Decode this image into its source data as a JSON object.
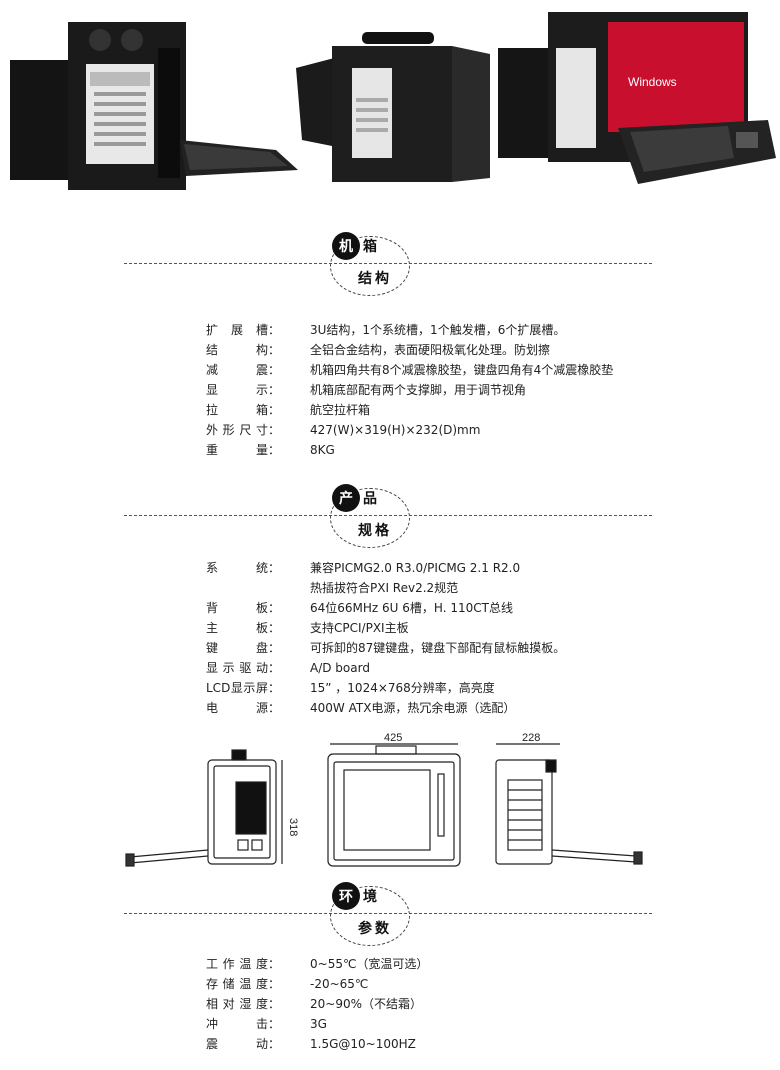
{
  "sections": [
    {
      "id": "chassis",
      "badge": "机",
      "title_rest": "箱",
      "subtitle": "结构",
      "rows": [
        {
          "label": "扩展槽",
          "value": "3U结构，1个系统槽，1个触发槽，6个扩展槽。"
        },
        {
          "label": "结构",
          "value": "全铝合金结构，表面硬阳极氧化处理。防划擦"
        },
        {
          "label": "减震",
          "value": "机箱四角共有8个减震橡胶垫，键盘四角有4个减震橡胶垫"
        },
        {
          "label": "显示",
          "value": "机箱底部配有两个支撑脚，用于调节视角"
        },
        {
          "label": "拉箱",
          "value": "航空拉杆箱"
        },
        {
          "label": "外形尺寸",
          "value": "427(W)×319(H)×232(D)mm"
        },
        {
          "label": "重量",
          "value": "8KG"
        }
      ]
    },
    {
      "id": "product",
      "badge": "产",
      "title_rest": "品",
      "subtitle": "规格",
      "rows": [
        {
          "label": "系统",
          "value": "兼容PICMG2.0 R3.0/PICMG 2.1 R2.0"
        },
        {
          "label": "",
          "value": "热插拔符合PXI Rev2.2规范"
        },
        {
          "label": "背板",
          "value": "64位66MHz 6U 6槽，H. 110CT总线"
        },
        {
          "label": "主板",
          "value": "支持CPCI/PXI主板"
        },
        {
          "label": "键盘",
          "value": "可拆卸的87键键盘，键盘下部配有鼠标触摸板。"
        },
        {
          "label": "显示驱动",
          "value": "A/D board"
        },
        {
          "label": "LCD显示屏",
          "value": "15” ，1024×768分辨率，高亮度"
        },
        {
          "label": "电源",
          "value": "400W ATX电源，热冗余电源（选配）"
        }
      ]
    },
    {
      "id": "environment",
      "badge": "环",
      "title_rest": "境",
      "subtitle": "参数",
      "rows": [
        {
          "label": "工作温度",
          "value": "0~55℃（宽温可选）"
        },
        {
          "label": "存储温度",
          "value": "-20~65℃"
        },
        {
          "label": "相对湿度",
          "value": "20~90%（不结霜）"
        },
        {
          "label": "冲击",
          "value": "3G"
        },
        {
          "label": "震动",
          "value": "1.5G@10~100HZ"
        }
      ]
    }
  ],
  "photo_screen_text": "Windows",
  "drawing_dims": {
    "height": "318",
    "width": "425",
    "depth": "228"
  },
  "colors": {
    "screen_red": "#c8102e",
    "chassis": "#1a1a1a",
    "line": "#555555"
  }
}
